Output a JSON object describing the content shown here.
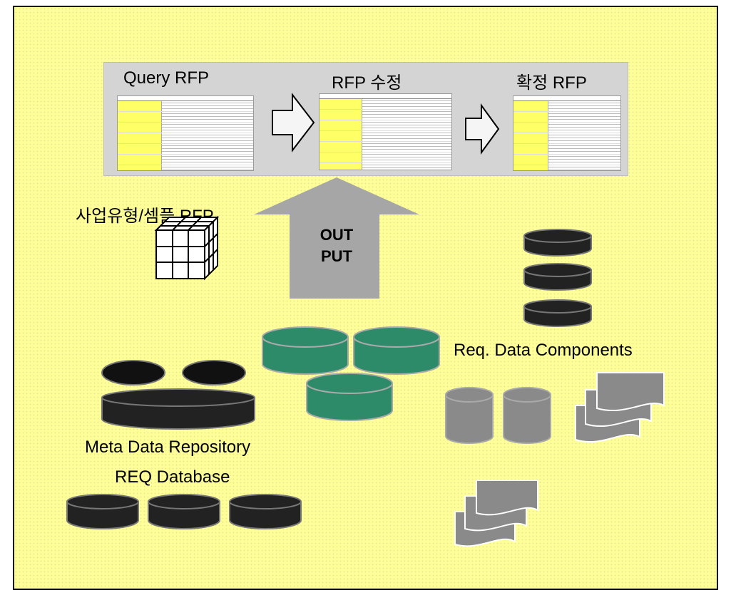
{
  "stages": [
    {
      "title": "Query RFP"
    },
    {
      "title": "RFP 수정"
    },
    {
      "title": "확정 RFP"
    }
  ],
  "output_arrow": {
    "line1": "OUT",
    "line2": "PUT"
  },
  "labels": {
    "sample_rfp": "사업유형/셈플 RFP",
    "req_components": "Req. Data Components",
    "meta_repo": "Meta Data Repository",
    "req_db": "REQ Database"
  },
  "colors": {
    "background": "#ffff99",
    "banner": "#d4d4d4",
    "green_db": "#2e8b6a",
    "dark_db": "#222222",
    "gray_db": "#8a8a8a",
    "arrow_gray": "#a6a6a6"
  },
  "icons": [
    "cube-grid-icon",
    "database-icon",
    "stacked-documents-icon",
    "block-arrow-right-icon",
    "block-arrow-up-icon"
  ]
}
